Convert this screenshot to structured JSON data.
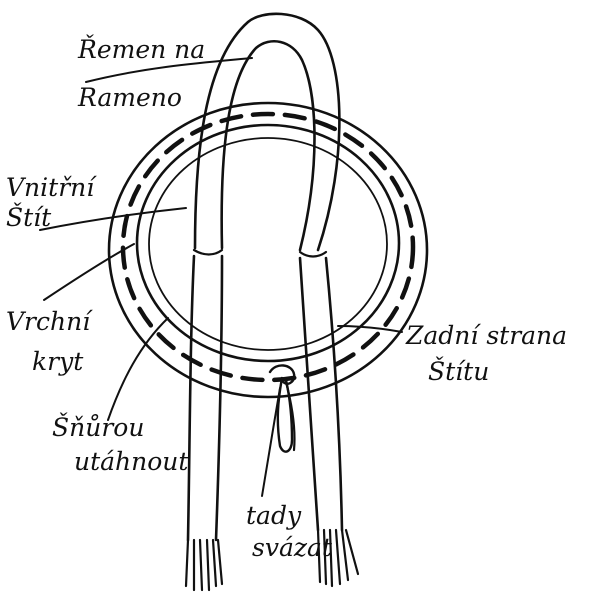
{
  "diagram": {
    "ink_color": "#111111",
    "background": "#ffffff",
    "labels": {
      "strap": [
        "Řemen na",
        "Rameno"
      ],
      "inner_shield": [
        "Vnitřní",
        "Štít"
      ],
      "top_cover": [
        "Vrchní",
        "kryt"
      ],
      "lace": [
        "Šňůrou",
        "utáhnout"
      ],
      "back_side": [
        "Zadní strana",
        "Štítu"
      ],
      "tie_here": [
        "tady",
        "svázat"
      ]
    }
  }
}
